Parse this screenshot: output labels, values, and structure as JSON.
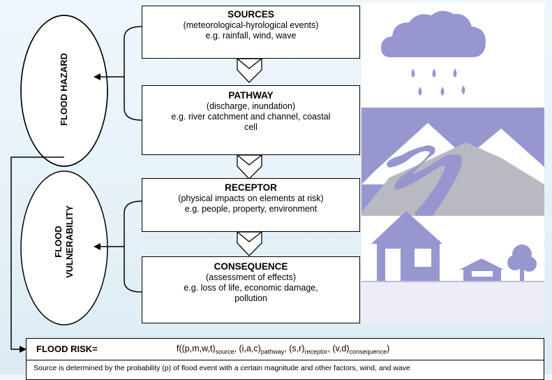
{
  "boxes": {
    "sources": {
      "title": "SOURCES",
      "line1": "(meteorological-hyrological events)",
      "line2": "e.g. rainfall, wind, wave"
    },
    "pathway": {
      "title": "PATHWAY",
      "line1": "(discharge, inundation)",
      "line2": "e.g. river catchment and channel, coastal",
      "line3": "cell"
    },
    "receptor": {
      "title": "RECEPTOR",
      "line1": "(physical impacts on elements at risk)",
      "line2": "e.g. people, property, environment"
    },
    "consequence": {
      "title": "CONSEQUENCE",
      "line1": "(assessment of effects)",
      "line2": "e.g. loss of life, economic damage,",
      "line3": "pollution"
    }
  },
  "ellipses": {
    "hazard": "FLOOD HAZARD",
    "vulnerability_line1": "FLOOD",
    "vulnerability_line2": "VULNERABILITY"
  },
  "risk": {
    "label": "FLOOD RISK=",
    "formula_prefix": "f((p,m,w,t)",
    "sub_source": "source",
    "part2": ", (i,a,c)",
    "sub_pathway": "pathway",
    "part3": ", (s,r)",
    "sub_receptor": "receptor",
    "part4": ", (v,d)",
    "sub_consequence": "consequence",
    "part5": ")",
    "description": "Source is determined by the probability (p) of flood event with a certain magnitude and other factors, wind, and wave"
  },
  "colors": {
    "icon_fill": "#9797cf",
    "mountain_gray": "#b9b9c2",
    "line": "#000000"
  },
  "icons": [
    "rain-cloud-icon",
    "mountains-river-icon",
    "houses-tree-icon"
  ]
}
